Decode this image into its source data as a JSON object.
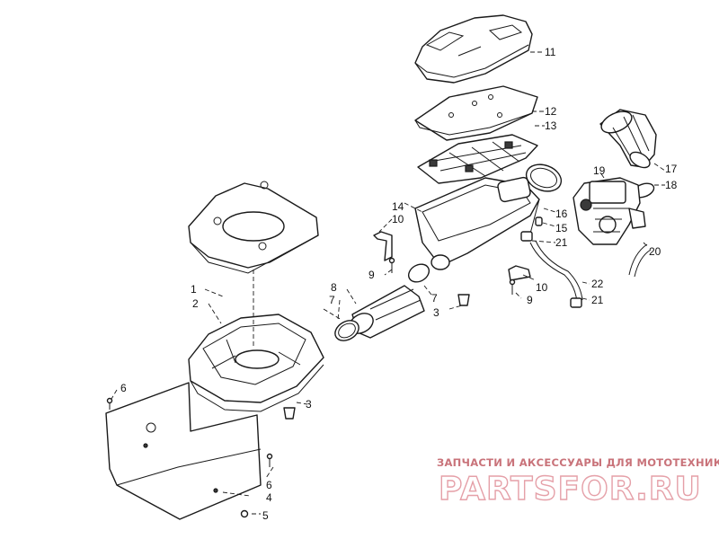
{
  "parts": [
    {
      "id": "lbl-1",
      "text": "1"
    },
    {
      "id": "lbl-2",
      "text": "2"
    },
    {
      "id": "lbl-3a",
      "text": "3"
    },
    {
      "id": "lbl-3b",
      "text": "3"
    },
    {
      "id": "lbl-4",
      "text": "4"
    },
    {
      "id": "lbl-5",
      "text": "5"
    },
    {
      "id": "lbl-6a",
      "text": "6"
    },
    {
      "id": "lbl-6b",
      "text": "6"
    },
    {
      "id": "lbl-7a",
      "text": "7"
    },
    {
      "id": "lbl-7b",
      "text": "7"
    },
    {
      "id": "lbl-8",
      "text": "8"
    },
    {
      "id": "lbl-9a",
      "text": "9"
    },
    {
      "id": "lbl-9b",
      "text": "9"
    },
    {
      "id": "lbl-10a",
      "text": "10"
    },
    {
      "id": "lbl-10b",
      "text": "10"
    },
    {
      "id": "lbl-11",
      "text": "11"
    },
    {
      "id": "lbl-12",
      "text": "12"
    },
    {
      "id": "lbl-13",
      "text": "13"
    },
    {
      "id": "lbl-14",
      "text": "14"
    },
    {
      "id": "lbl-15",
      "text": "15"
    },
    {
      "id": "lbl-16",
      "text": "16"
    },
    {
      "id": "lbl-17",
      "text": "17"
    },
    {
      "id": "lbl-18",
      "text": "18"
    },
    {
      "id": "lbl-19",
      "text": "19"
    },
    {
      "id": "lbl-20",
      "text": "20"
    },
    {
      "id": "lbl-21a",
      "text": "21"
    },
    {
      "id": "lbl-21b",
      "text": "21"
    },
    {
      "id": "lbl-22",
      "text": "22"
    }
  ],
  "watermark": {
    "tagline": "ЗАПЧАСТИ И АКСЕССУАРЫ ДЛЯ МОТОТЕХНИКИ",
    "logo": "PARTSFOR.RU",
    "color": "#e5a0a8"
  }
}
